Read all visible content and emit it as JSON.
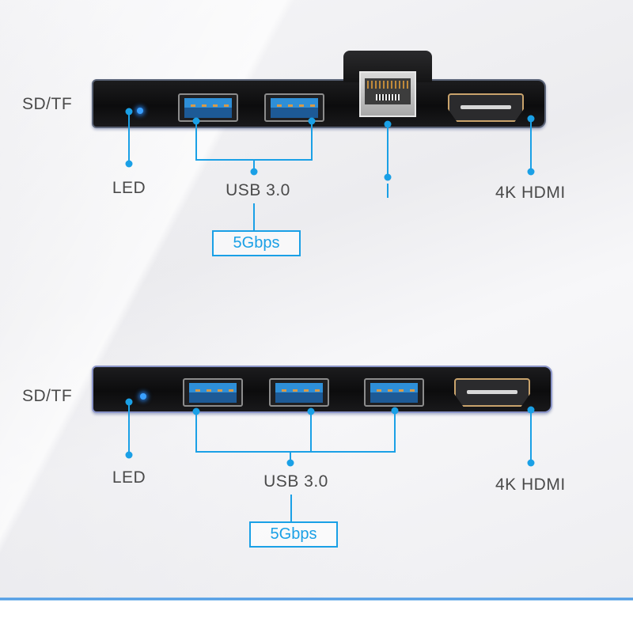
{
  "colors": {
    "accent": "#1aa0e6",
    "label_text": "#4a4a4a",
    "device_body": "#0f0f10",
    "led": "#3aa0ff",
    "usb_blue": "#2e8fd8",
    "hdmi_gold": "#c9a36c",
    "bottom_rule": "#3b8fe0"
  },
  "top_hub": {
    "labels": {
      "sd_tf": "SD/TF",
      "led": "LED",
      "usb": "USB 3.0",
      "usb_speed": "5Gbps",
      "hdmi": "4K HDMI"
    },
    "ports": [
      "led-indicator",
      "usb-a",
      "usb-a",
      "rj45-ethernet",
      "hdmi"
    ],
    "icons": [
      "led-icon",
      "usb-port-icon",
      "usb-port-icon",
      "ethernet-port-icon",
      "hdmi-port-icon"
    ]
  },
  "bottom_hub": {
    "labels": {
      "sd_tf": "SD/TF",
      "led": "LED",
      "usb": "USB 3.0",
      "usb_speed": "5Gbps",
      "hdmi": "4K HDMI"
    },
    "ports": [
      "led-indicator",
      "usb-a",
      "usb-a",
      "usb-a",
      "hdmi"
    ],
    "icons": [
      "led-icon",
      "usb-port-icon",
      "usb-port-icon",
      "usb-port-icon",
      "hdmi-port-icon"
    ]
  }
}
